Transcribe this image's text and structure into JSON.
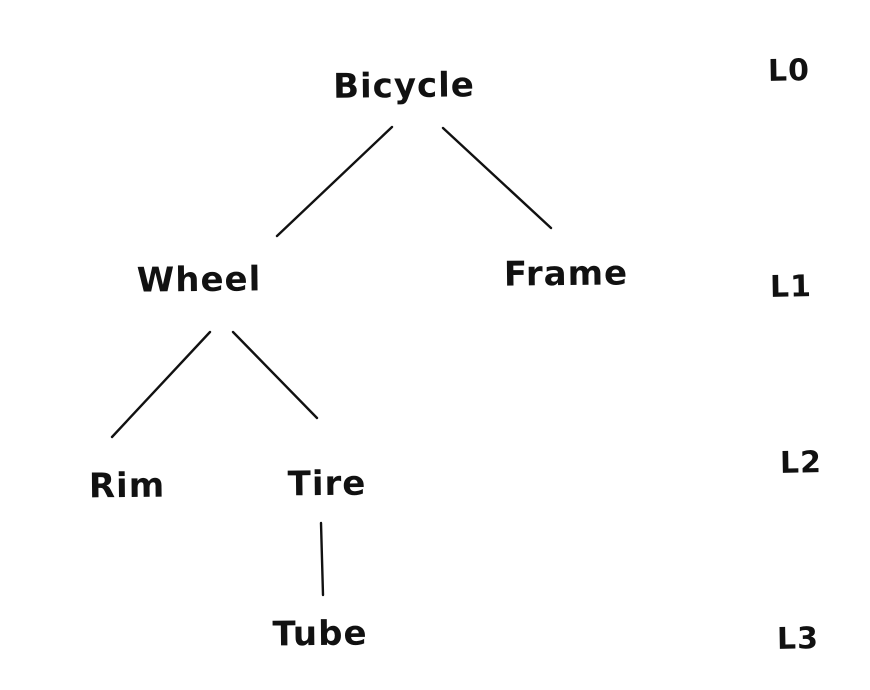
{
  "diagram": {
    "type": "tree",
    "style": "hand-drawn",
    "colors": {
      "ink": "#111111",
      "background": "#ffffff"
    },
    "nodes": {
      "bicycle": {
        "label": "Bicycle",
        "level": "L0",
        "parent": null
      },
      "wheel": {
        "label": "Wheel",
        "level": "L1",
        "parent": "Bicycle"
      },
      "frame": {
        "label": "Frame",
        "level": "L1",
        "parent": "Bicycle"
      },
      "rim": {
        "label": "Rim",
        "level": "L2",
        "parent": "Wheel"
      },
      "tire": {
        "label": "Tire",
        "level": "L2",
        "parent": "Wheel"
      },
      "tube": {
        "label": "Tube",
        "level": "L3",
        "parent": "Tire"
      }
    },
    "edges": [
      {
        "from": "Bicycle",
        "to": "Wheel"
      },
      {
        "from": "Bicycle",
        "to": "Frame"
      },
      {
        "from": "Wheel",
        "to": "Rim"
      },
      {
        "from": "Wheel",
        "to": "Tire"
      },
      {
        "from": "Tire",
        "to": "Tube"
      }
    ],
    "level_labels": {
      "l0": {
        "label": "L0"
      },
      "l1": {
        "label": "L1"
      },
      "l2": {
        "label": "L2"
      },
      "l3": {
        "label": "L3"
      }
    }
  }
}
